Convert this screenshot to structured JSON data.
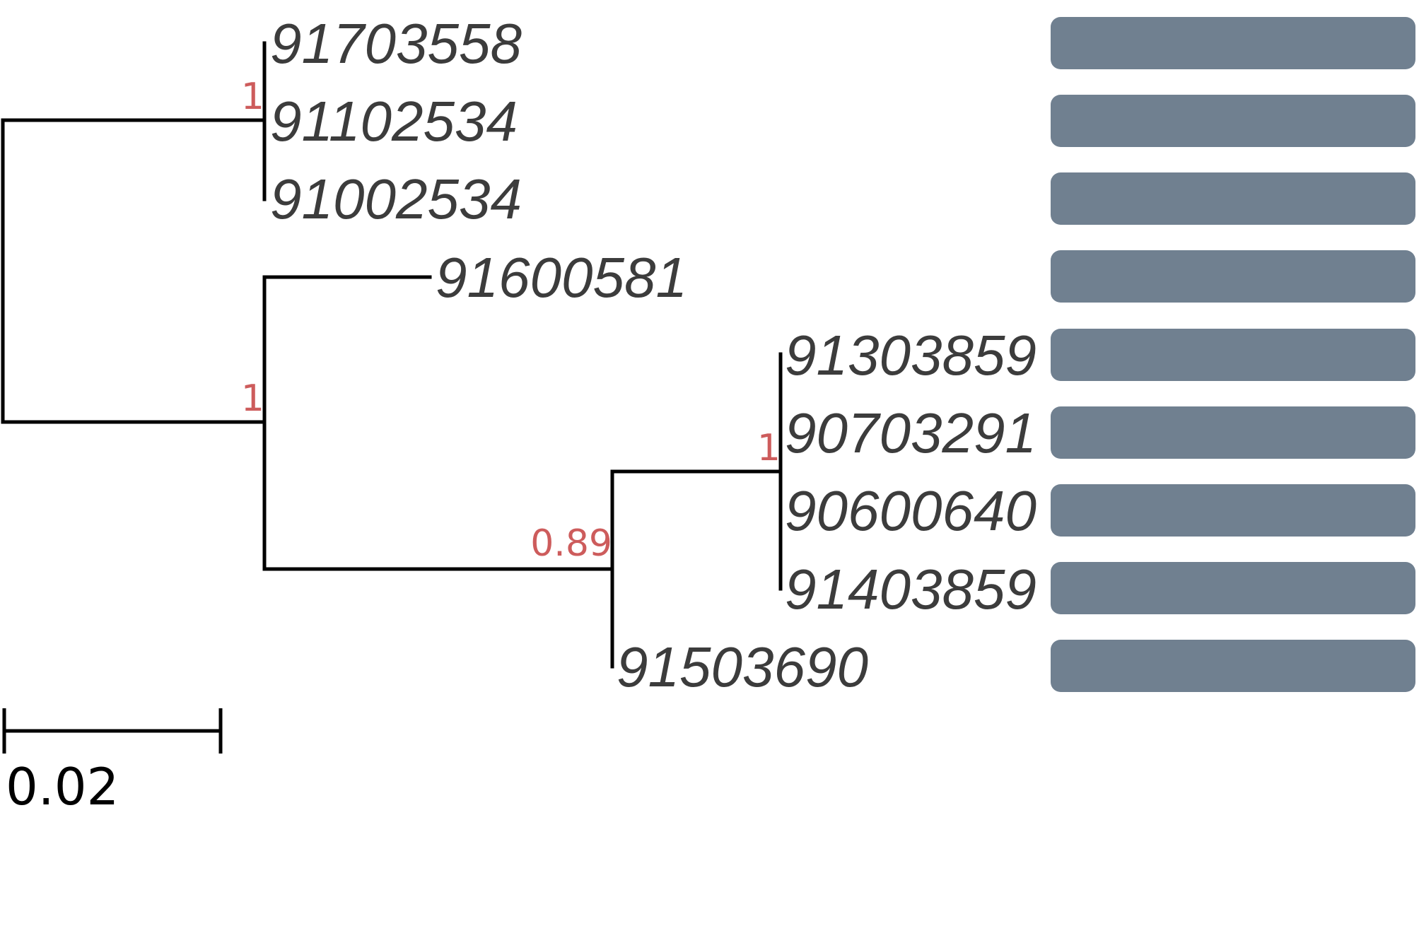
{
  "tree": {
    "leaves": [
      {
        "label": "91703558"
      },
      {
        "label": "91102534"
      },
      {
        "label": "91002534"
      },
      {
        "label": "91600581"
      },
      {
        "label": "91303859"
      },
      {
        "label": "90703291"
      },
      {
        "label": "90600640"
      },
      {
        "label": "91403859"
      },
      {
        "label": "91503690"
      }
    ],
    "support_values": [
      "1",
      "1",
      "0.89",
      "1"
    ],
    "scale_bar": {
      "label": "0.02",
      "length": 0.02
    }
  },
  "colors": {
    "branch": "#000000",
    "leaf_text": "#3c3c3c",
    "support_text": "#cd5c5c",
    "bar_fill": "#708090",
    "scale_text": "#000000"
  }
}
